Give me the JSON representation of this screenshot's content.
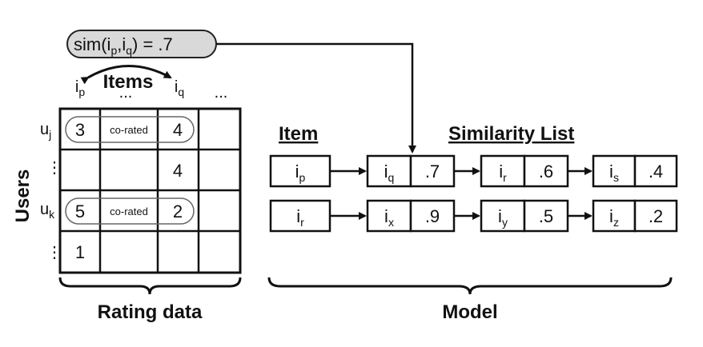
{
  "similarity": {
    "text": "sim(i",
    "p": "p",
    "sep": ",i",
    "q": "q",
    "tail": ") = .7"
  },
  "items_label": "Items",
  "users_label": "Users",
  "col_headers": [
    {
      "main": "i",
      "sub": "p"
    },
    {
      "main": "...",
      "sub": ""
    },
    {
      "main": "i",
      "sub": "q"
    },
    {
      "main": "...",
      "sub": ""
    }
  ],
  "row_headers": [
    {
      "main": "u",
      "sub": "j"
    },
    {
      "main": "⋮",
      "sub": ""
    },
    {
      "main": "u",
      "sub": "k"
    },
    {
      "main": "⋮",
      "sub": ""
    }
  ],
  "grid": [
    [
      "3",
      "co-rated",
      "4",
      ""
    ],
    [
      "",
      "",
      "4",
      ""
    ],
    [
      "5",
      "co-rated",
      "2",
      ""
    ],
    [
      "1",
      "",
      "",
      ""
    ]
  ],
  "rating_data_label": "Rating data",
  "model_label": "Model",
  "item_header": "Item",
  "similarity_list_header": "Similarity List",
  "model_rows": [
    {
      "item": {
        "main": "i",
        "sub": "p"
      },
      "list": [
        {
          "main": "i",
          "sub": "q",
          "value": ".7"
        },
        {
          "main": "i",
          "sub": "r",
          "value": ".6"
        },
        {
          "main": "i",
          "sub": "s",
          "value": ".4"
        }
      ]
    },
    {
      "item": {
        "main": "i",
        "sub": "r"
      },
      "list": [
        {
          "main": "i",
          "sub": "x",
          "value": ".9"
        },
        {
          "main": "i",
          "sub": "y",
          "value": ".5"
        },
        {
          "main": "i",
          "sub": "z",
          "value": ".2"
        }
      ]
    }
  ]
}
